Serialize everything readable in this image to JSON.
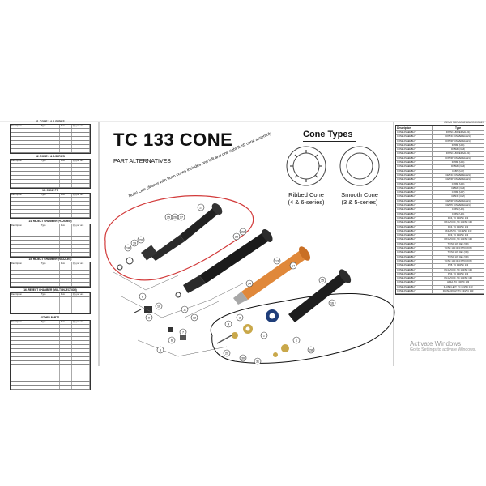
{
  "title": "TC 133 CONE",
  "subtitle": "PART ALTERNATIVES",
  "cone_types": {
    "heading": "Cone Types",
    "ribbed": {
      "name": "Ribbed Cone",
      "series": "(4 & 6-series)"
    },
    "smooth": {
      "name": "Smooth Cone",
      "series": "(3 & 5-series)"
    }
  },
  "note": "Note! One cleaner with flush cones includes one left and one right flush cone assembly",
  "right_table": {
    "caption": "ITEMS FOR ASSEMBLED CONES",
    "headers": [
      "Description",
      "Type"
    ],
    "rows": [
      [
        "CONE ASSEMBLY",
        "DX5NI (UNIVERSAL 21)"
      ],
      [
        "CONE ASSEMBLY",
        "DX5NC (UNIVERSAL 21)"
      ],
      [
        "CONE ASSEMBLY",
        "DX5NP (UNIVERSAL 21)"
      ],
      [
        "CONE ASSEMBLY",
        "DX5MI (U25)"
      ],
      [
        "CONE ASSEMBLY",
        "DX5MN (U25)"
      ],
      [
        "CONE ASSEMBLY",
        "DX5NI (UNIVERSAL 21)"
      ],
      [
        "CONE ASSEMBLY",
        "DX5NP (UNIVERSAL 21)"
      ],
      [
        "CONE ASSEMBLY",
        "DX5MI (U25)"
      ],
      [
        "CONE ASSEMBLY",
        "DX5MN (U25)"
      ],
      [
        "CONE ASSEMBLY",
        "CE5PI (U27)"
      ],
      [
        "CONE ASSEMBLY",
        "CE5NC (UNIVERSAL 21)"
      ],
      [
        "CONE ASSEMBLY",
        "CE5NP (UNIVERSAL 21)"
      ],
      [
        "CONE ASSEMBLY",
        "CE5MI (U25)"
      ],
      [
        "CONE ASSEMBLY",
        "CE5MC (U25)"
      ],
      [
        "CONE ASSEMBLY",
        "CE5MI (U27)"
      ],
      [
        "CONE ASSEMBLY",
        "CE5NC (U27)"
      ],
      [
        "CONE ASSEMBLY",
        "CE5NP (UNIVERSAL 21)"
      ],
      [
        "CONE ASSEMBLY",
        "CE5PC (UNIVERSAL 21)"
      ],
      [
        "CONE ASSEMBLY",
        "CE5NI (U25)"
      ],
      [
        "CONE ASSEMBLY",
        "CE5NI (U25)"
      ],
      [
        "CONE ASSEMBLY",
        "DX4, TC 133/SC 133"
      ],
      [
        "CONE ASSEMBLY",
        "DX4+PUVC, TC 133/SC 133"
      ],
      [
        "CONE ASSEMBLY",
        "DX4, TC 133/SC 133"
      ],
      [
        "CONE ASSEMBLY",
        "DX4+PUVC, TC133/SC 133"
      ],
      [
        "CONE ASSEMBLY",
        "DX3, TC 133/SC 133"
      ],
      [
        "CONE ASSEMBLY",
        "DX3+PUVC, TC 133/SC 133"
      ],
      [
        "CONE ASSEMBLY",
        "TC/SC 133 CE3 (ON)"
      ],
      [
        "CONE ASSEMBLY",
        "TC/SC 133 CE3 PUVC (ON)"
      ],
      [
        "CONE ASSEMBLY",
        "TC/SC 133 CE3 (ON)"
      ],
      [
        "CONE ASSEMBLY",
        "TC/SC 133 CE4 (ON)"
      ],
      [
        "CONE ASSEMBLY",
        "TC/SC 133 CE4 PUVC (ON)"
      ],
      [
        "CONE ASSEMBLY",
        "PU5, TC 133/SC 133"
      ],
      [
        "CONE ASSEMBLY",
        "PU4+PUVC, TC 133/SC 133"
      ],
      [
        "CONE ASSEMBLY",
        "PU4, TC 133/SC 133"
      ],
      [
        "CONE ASSEMBLY",
        "PU4+PUVC, TC 133/SC 133"
      ],
      [
        "CONE ASSEMBLY",
        "HP4A, TC 133/SC 133"
      ],
      [
        "CONE ASSEMBLY",
        "FLUSH LEFT, TC 133/SC 133"
      ],
      [
        "CONE ASSEMBLY",
        "FLUSH RIGHT, TC 133/SC 133"
      ]
    ]
  },
  "left_sections": [
    {
      "title": "11. CONE 1 & 4-SERIES",
      "rows": 6
    },
    {
      "title": "12. CONE 2 & 5-SERIES",
      "rows": 6
    },
    {
      "title": "13. CONE PS",
      "rows": 5
    },
    {
      "title": "14. REJECT CHAMBER (FLUSHED)",
      "rows": 7
    },
    {
      "title": "15. REJECT CHAMBER (NOZZLES)",
      "rows": 5
    },
    {
      "title": "16. REJECT CHAMBER (MULTI INJECTION)",
      "rows": 4
    },
    {
      "title": "OTHER PARTS",
      "rows": 16
    }
  ],
  "left_headers": [
    "Description",
    "Type",
    "Item",
    "Qty per unit"
  ],
  "callouts": [
    "25",
    "26",
    "27",
    "20",
    "19",
    "18",
    "17",
    "22",
    "23",
    "24",
    "13",
    "14",
    "15",
    "16",
    "11",
    "12",
    "10",
    "9",
    "8",
    "7",
    "6",
    "5",
    "4",
    "3",
    "2",
    "1",
    "28",
    "29",
    "30",
    "31"
  ],
  "watermark": {
    "line1": "Activate Windows",
    "line2": "Go to Settings to activate Windows."
  },
  "colors": {
    "orange_cone": "#e0883a",
    "blue_ring": "#1f3e7a",
    "brass": "#c9a84a",
    "red_outline": "#d23a3a"
  }
}
